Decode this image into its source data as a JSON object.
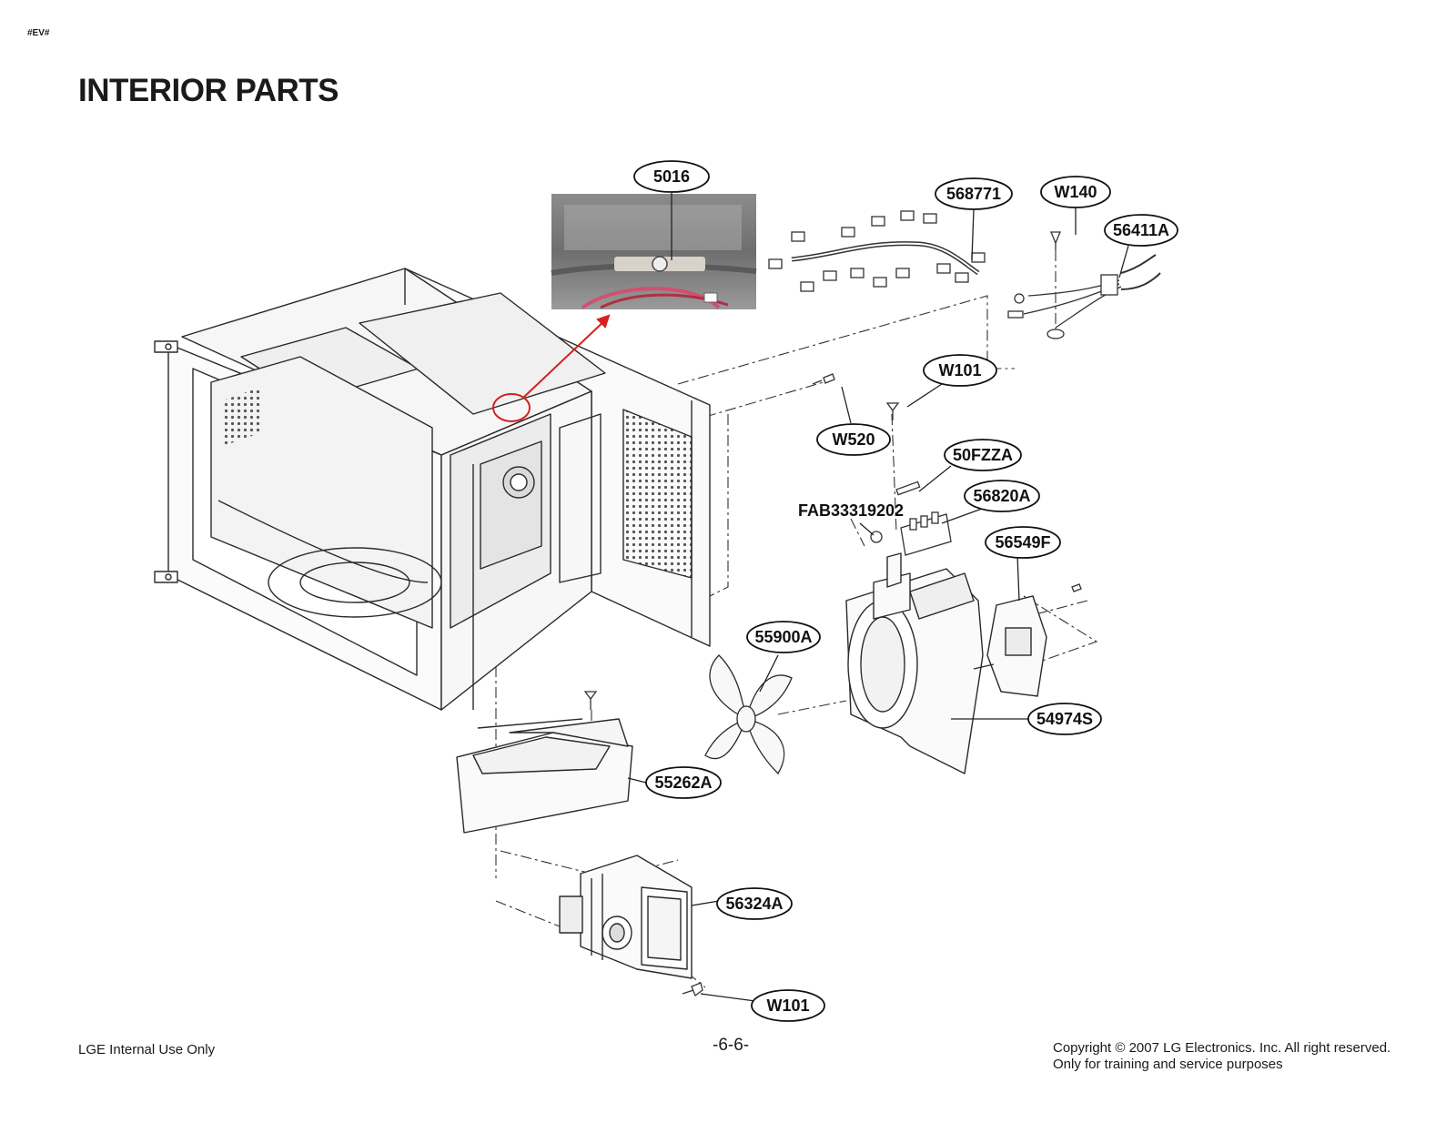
{
  "header": {
    "code": "#EV#",
    "title": "INTERIOR PARTS"
  },
  "callouts": {
    "c5016": "5016",
    "c568771": "568771",
    "cW140": "W140",
    "c56411A": "56411A",
    "cW101top": "W101",
    "cW520": "W520",
    "c50FZZA": "50FZZA",
    "c56820A": "56820A",
    "cFAB": "FAB33319202",
    "c56549F": "56549F",
    "c55900A": "55900A",
    "c54974S": "54974S",
    "c55262A": "55262A",
    "c56324A": "56324A",
    "cW101bottom": "W101"
  },
  "footer": {
    "left": "LGE Internal Use Only",
    "page": "-6-6-",
    "copyright": "Copyright © 2007 LG Electronics. Inc. All right reserved.",
    "purpose": "Only for training and service purposes"
  },
  "colors": {
    "highlight": "#d42020",
    "line": "#333333"
  }
}
